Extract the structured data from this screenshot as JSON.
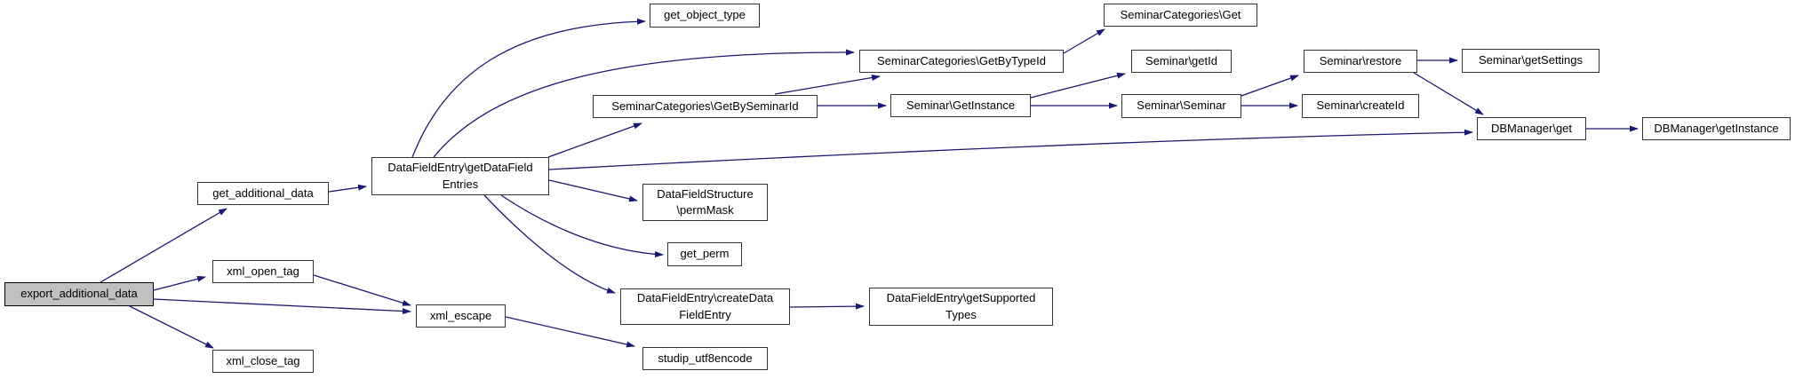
{
  "diagram": {
    "kind": "doxygen-call-graph",
    "root_function": "export_additional_data",
    "background_color": "#ffffff",
    "edge_color": "#191970",
    "node_fill": "#ffffff",
    "node_border_color": "#353535",
    "highlight_fill": "#c0c0c0",
    "text_color": "#000000"
  },
  "nodes": [
    {
      "id": "export_additional_data",
      "label": "export_additional_data",
      "highlighted": true
    },
    {
      "id": "get_additional_data",
      "label": "get_additional_data",
      "highlighted": false
    },
    {
      "id": "xml_open_tag",
      "label": "xml_open_tag",
      "highlighted": false
    },
    {
      "id": "xml_close_tag",
      "label": "xml_close_tag",
      "highlighted": false
    },
    {
      "id": "getDataFieldEntries",
      "label": "DataFieldEntry\\getDataField\nEntries",
      "highlighted": false
    },
    {
      "id": "xml_escape",
      "label": "xml_escape",
      "highlighted": false
    },
    {
      "id": "get_object_type",
      "label": "get_object_type",
      "highlighted": false
    },
    {
      "id": "GetBySeminarId",
      "label": "SeminarCategories\\GetBySeminarId",
      "highlighted": false
    },
    {
      "id": "permMask",
      "label": "DataFieldStructure\n\\permMask",
      "highlighted": false
    },
    {
      "id": "get_perm",
      "label": "get_perm",
      "highlighted": false
    },
    {
      "id": "createDataFieldEntry",
      "label": "DataFieldEntry\\createData\nFieldEntry",
      "highlighted": false
    },
    {
      "id": "studip_utf8encode",
      "label": "studip_utf8encode",
      "highlighted": false
    },
    {
      "id": "GetByTypeId",
      "label": "SeminarCategories\\GetByTypeId",
      "highlighted": false
    },
    {
      "id": "Seminar_GetInstance",
      "label": "Seminar\\GetInstance",
      "highlighted": false
    },
    {
      "id": "getSupportedTypes",
      "label": "DataFieldEntry\\getSupported\nTypes",
      "highlighted": false
    },
    {
      "id": "SeminarCategories_Get",
      "label": "SeminarCategories\\Get",
      "highlighted": false
    },
    {
      "id": "Seminar_getId",
      "label": "Seminar\\getId",
      "highlighted": false
    },
    {
      "id": "Seminar_Seminar",
      "label": "Seminar\\Seminar",
      "highlighted": false
    },
    {
      "id": "Seminar_restore",
      "label": "Seminar\\restore",
      "highlighted": false
    },
    {
      "id": "Seminar_createId",
      "label": "Seminar\\createId",
      "highlighted": false
    },
    {
      "id": "Seminar_getSettings",
      "label": "Seminar\\getSettings",
      "highlighted": false
    },
    {
      "id": "DBManager_get",
      "label": "DBManager\\get",
      "highlighted": false
    },
    {
      "id": "DBManager_getInstance",
      "label": "DBManager\\getInstance",
      "highlighted": false
    }
  ],
  "edges": [
    {
      "from": "export_additional_data",
      "to": "get_additional_data"
    },
    {
      "from": "export_additional_data",
      "to": "xml_open_tag"
    },
    {
      "from": "export_additional_data",
      "to": "xml_escape"
    },
    {
      "from": "export_additional_data",
      "to": "xml_close_tag"
    },
    {
      "from": "get_additional_data",
      "to": "getDataFieldEntries"
    },
    {
      "from": "xml_open_tag",
      "to": "xml_escape"
    },
    {
      "from": "xml_escape",
      "to": "studip_utf8encode"
    },
    {
      "from": "getDataFieldEntries",
      "to": "get_object_type"
    },
    {
      "from": "getDataFieldEntries",
      "to": "GetByTypeId"
    },
    {
      "from": "getDataFieldEntries",
      "to": "GetBySeminarId"
    },
    {
      "from": "getDataFieldEntries",
      "to": "DBManager_get"
    },
    {
      "from": "getDataFieldEntries",
      "to": "permMask"
    },
    {
      "from": "getDataFieldEntries",
      "to": "get_perm"
    },
    {
      "from": "getDataFieldEntries",
      "to": "createDataFieldEntry"
    },
    {
      "from": "createDataFieldEntry",
      "to": "getSupportedTypes"
    },
    {
      "from": "GetBySeminarId",
      "to": "GetByTypeId"
    },
    {
      "from": "GetBySeminarId",
      "to": "Seminar_GetInstance"
    },
    {
      "from": "GetByTypeId",
      "to": "SeminarCategories_Get"
    },
    {
      "from": "Seminar_GetInstance",
      "to": "Seminar_getId"
    },
    {
      "from": "Seminar_GetInstance",
      "to": "Seminar_Seminar"
    },
    {
      "from": "Seminar_Seminar",
      "to": "Seminar_restore"
    },
    {
      "from": "Seminar_Seminar",
      "to": "Seminar_createId"
    },
    {
      "from": "Seminar_restore",
      "to": "Seminar_getSettings"
    },
    {
      "from": "Seminar_restore",
      "to": "DBManager_get"
    },
    {
      "from": "DBManager_get",
      "to": "DBManager_getInstance"
    }
  ]
}
